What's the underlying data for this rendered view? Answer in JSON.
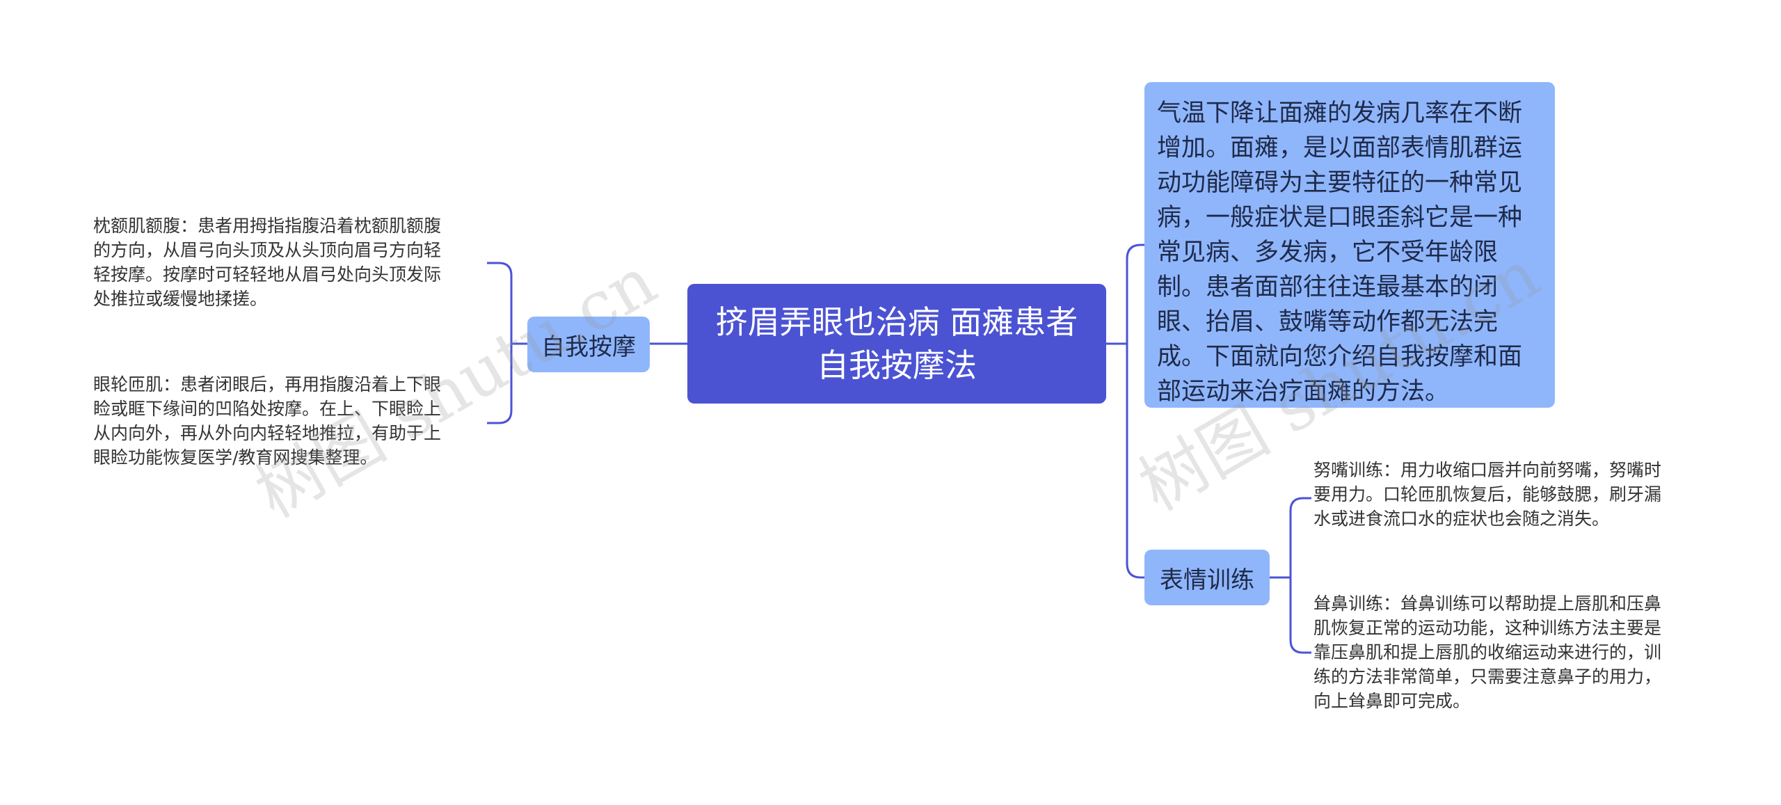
{
  "root": {
    "title": "挤眉弄眼也治病 面瘫患者自我按摩法"
  },
  "intro": {
    "text": "气温下降让面瘫的发病几率在不断增加。面瘫，是以面部表情肌群运动功能障碍为主要特征的一种常见病，一般症状是口眼歪斜它是一种常见病、多发病，它不受年龄限制。患者面部往往连最基本的闭眼、抬眉、鼓嘴等动作都无法完成。下面就向您介绍自我按摩和面部运动来治疗面瘫的方法。"
  },
  "branches": {
    "self_massage": {
      "label": "自我按摩",
      "leaves": [
        "枕额肌额腹：患者用拇指指腹沿着枕额肌额腹\n的方向，从眉弓向头顶及从头顶向眉弓方向轻\n轻按摩。按摩时可轻轻地从眉弓处向头顶发际\n处推拉或缓慢地揉搓。",
        "眼轮匝肌：患者闭眼后，再用指腹沿着上下眼\n睑或眶下缘间的凹陷处按摩。在上、下眼睑上\n从内向外，再从外向内轻轻地推拉，有助于上\n眼睑功能恢复医学/教育网搜集整理。"
      ]
    },
    "expression_training": {
      "label": "表情训练",
      "leaves": [
        "努嘴训练：用力收缩口唇并向前努嘴，努嘴时\n要用力。口轮匝肌恢复后，能够鼓腮，刷牙漏\n水或进食流口水的症状也会随之消失。",
        "耸鼻训练：耸鼻训练可以帮助提上唇肌和压鼻\n肌恢复正常的运动功能，这种训练方法主要是\n靠压鼻肌和提上唇肌的收缩运动来进行的，训\n练的方法非常简单，只需要注意鼻子的用力，\n向上耸鼻即可完成。"
      ]
    }
  },
  "watermark": {
    "text": "树图 shutu.cn"
  },
  "colors": {
    "root": "#4b53d3",
    "branch": "#8fb6fb",
    "line": "#4b53d3"
  }
}
